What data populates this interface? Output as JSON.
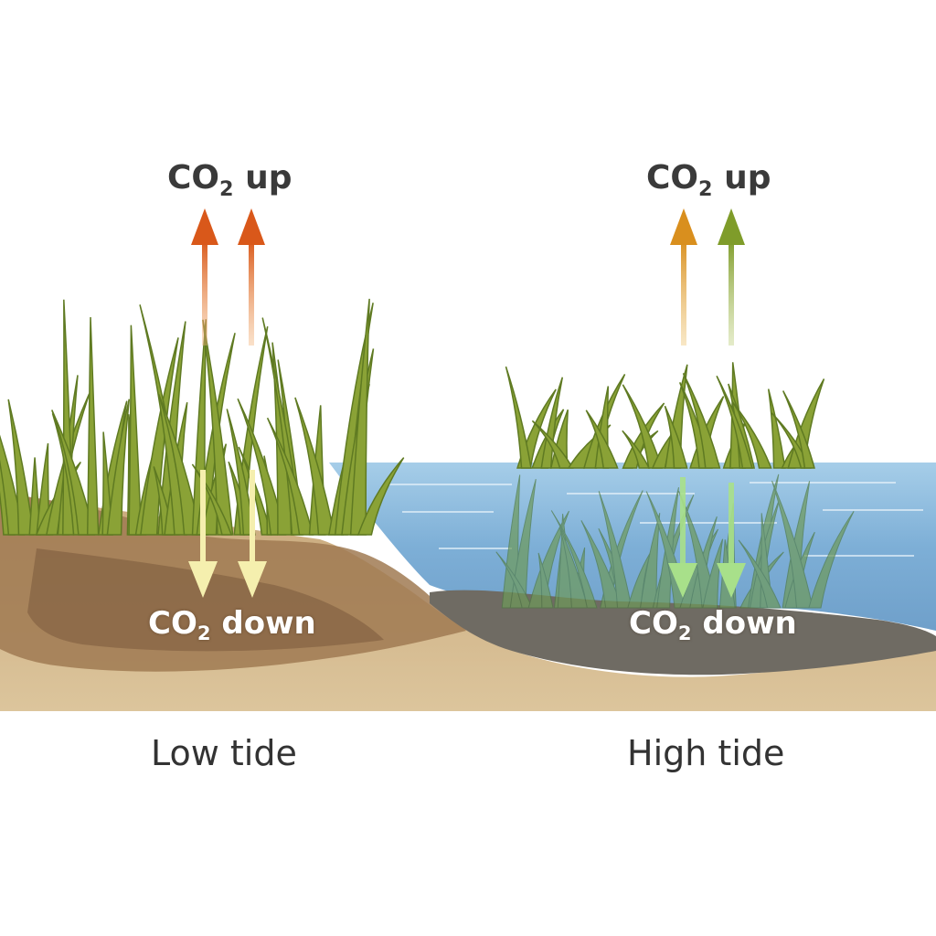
{
  "panels": [
    {
      "up_label": {
        "prefix": "CO",
        "sub": "2",
        "suffix": " up"
      },
      "down_label": {
        "prefix": "CO",
        "sub": "2",
        "suffix": " down"
      },
      "tide_label": "Low tide",
      "colors": {
        "up_arrows": [
          "#d96a1e",
          "#d96a1e"
        ],
        "down_arrows": [
          "#f4efb0",
          "#f4efb0"
        ]
      }
    },
    {
      "up_label": {
        "prefix": "CO",
        "sub": "2",
        "suffix": " up"
      },
      "down_label": {
        "prefix": "CO",
        "sub": "2",
        "suffix": " down"
      },
      "tide_label": "High tide",
      "colors": {
        "up_arrows": [
          "#d9962e",
          "#8aa236"
        ],
        "down_arrows": [
          "#a8e08a",
          "#a8e08a"
        ]
      }
    }
  ],
  "colors": {
    "water": "#7fb3d9",
    "sand": "#d8be92",
    "soil": "#8a6a4a",
    "wet_soil": "#6f6a60",
    "grass": "#8aa236"
  }
}
